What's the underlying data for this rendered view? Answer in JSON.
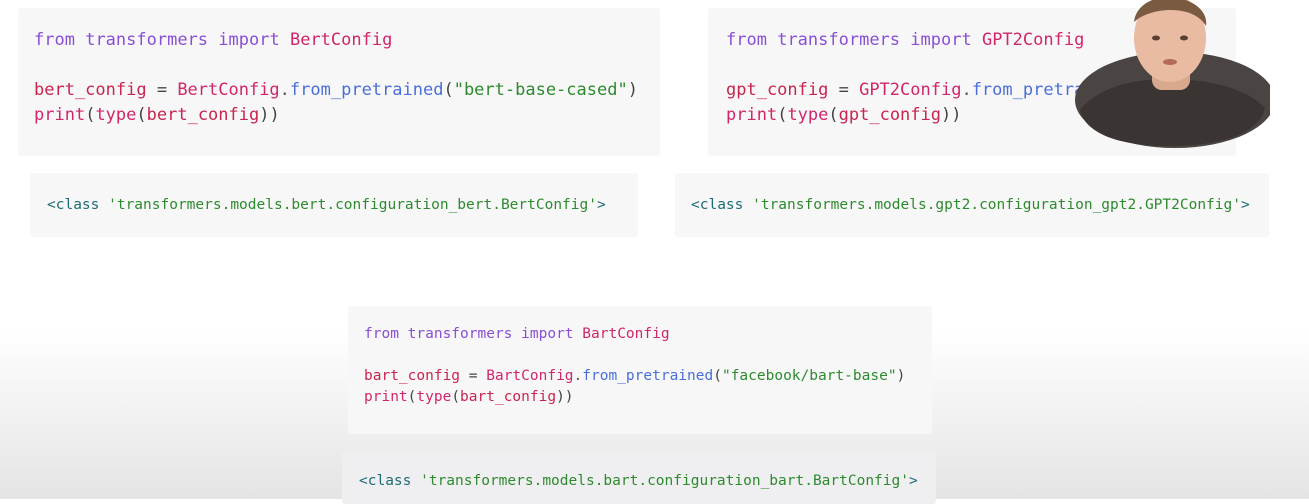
{
  "panels": {
    "bert": {
      "line1": {
        "kw1": "from",
        "mod": "transformers",
        "kw2": "import",
        "cls": "BertConfig"
      },
      "line2": {
        "var": "bert_config",
        "eq": " = ",
        "cls": "BertConfig",
        "dot": ".",
        "method": "from_pretrained",
        "open": "(",
        "str": "\"bert-base-cased\"",
        "close": ")"
      },
      "line3": {
        "fn": "print",
        "open1": "(",
        "fn2": "type",
        "open2": "(",
        "var": "bert_config",
        "close": "))"
      }
    },
    "gpt2": {
      "line1": {
        "kw1": "from",
        "mod": "transformers",
        "kw2": "import",
        "cls": "GPT2Config"
      },
      "line2": {
        "var": "gpt_config",
        "eq": " = ",
        "cls": "GPT2Config",
        "dot": ".",
        "method": "from_pretrai"
      },
      "line3": {
        "fn": "print",
        "open1": "(",
        "fn2": "type",
        "open2": "(",
        "var": "gpt_config",
        "close": "))"
      }
    },
    "bart": {
      "line1": {
        "kw1": "from",
        "mod": "transformers",
        "kw2": "import",
        "cls": "BartConfig"
      },
      "line2": {
        "var": "bart_config",
        "eq": " = ",
        "cls": "BartConfig",
        "dot": ".",
        "method": "from_pretrained",
        "open": "(",
        "str": "\"facebook/bart-base\"",
        "close": ")"
      },
      "line3": {
        "fn": "print",
        "open1": "(",
        "fn2": "type",
        "open2": "(",
        "var": "bart_config",
        "close": "))"
      }
    }
  },
  "outputs": {
    "bert": {
      "prefix": "<class ",
      "str": "'transformers.models.bert.configuration_bert.BertConfig'",
      "suffix": ">"
    },
    "gpt2": {
      "prefix": "<class ",
      "str": "'transformers.models.gpt2.configuration_gpt2.GPT2Config'",
      "suffix": ">"
    },
    "bart": {
      "prefix": "<class ",
      "str": "'transformers.models.bart.configuration_bart.BartConfig'",
      "suffix": ">"
    }
  },
  "colors": {
    "keyword": "#8a4fd2",
    "function": "#d0266b",
    "string": "#2e8a2e",
    "method": "#4a6fd8",
    "panel_bg": "#f7f7f8"
  },
  "icons": {
    "webcam": "presenter-webcam-overlay"
  }
}
